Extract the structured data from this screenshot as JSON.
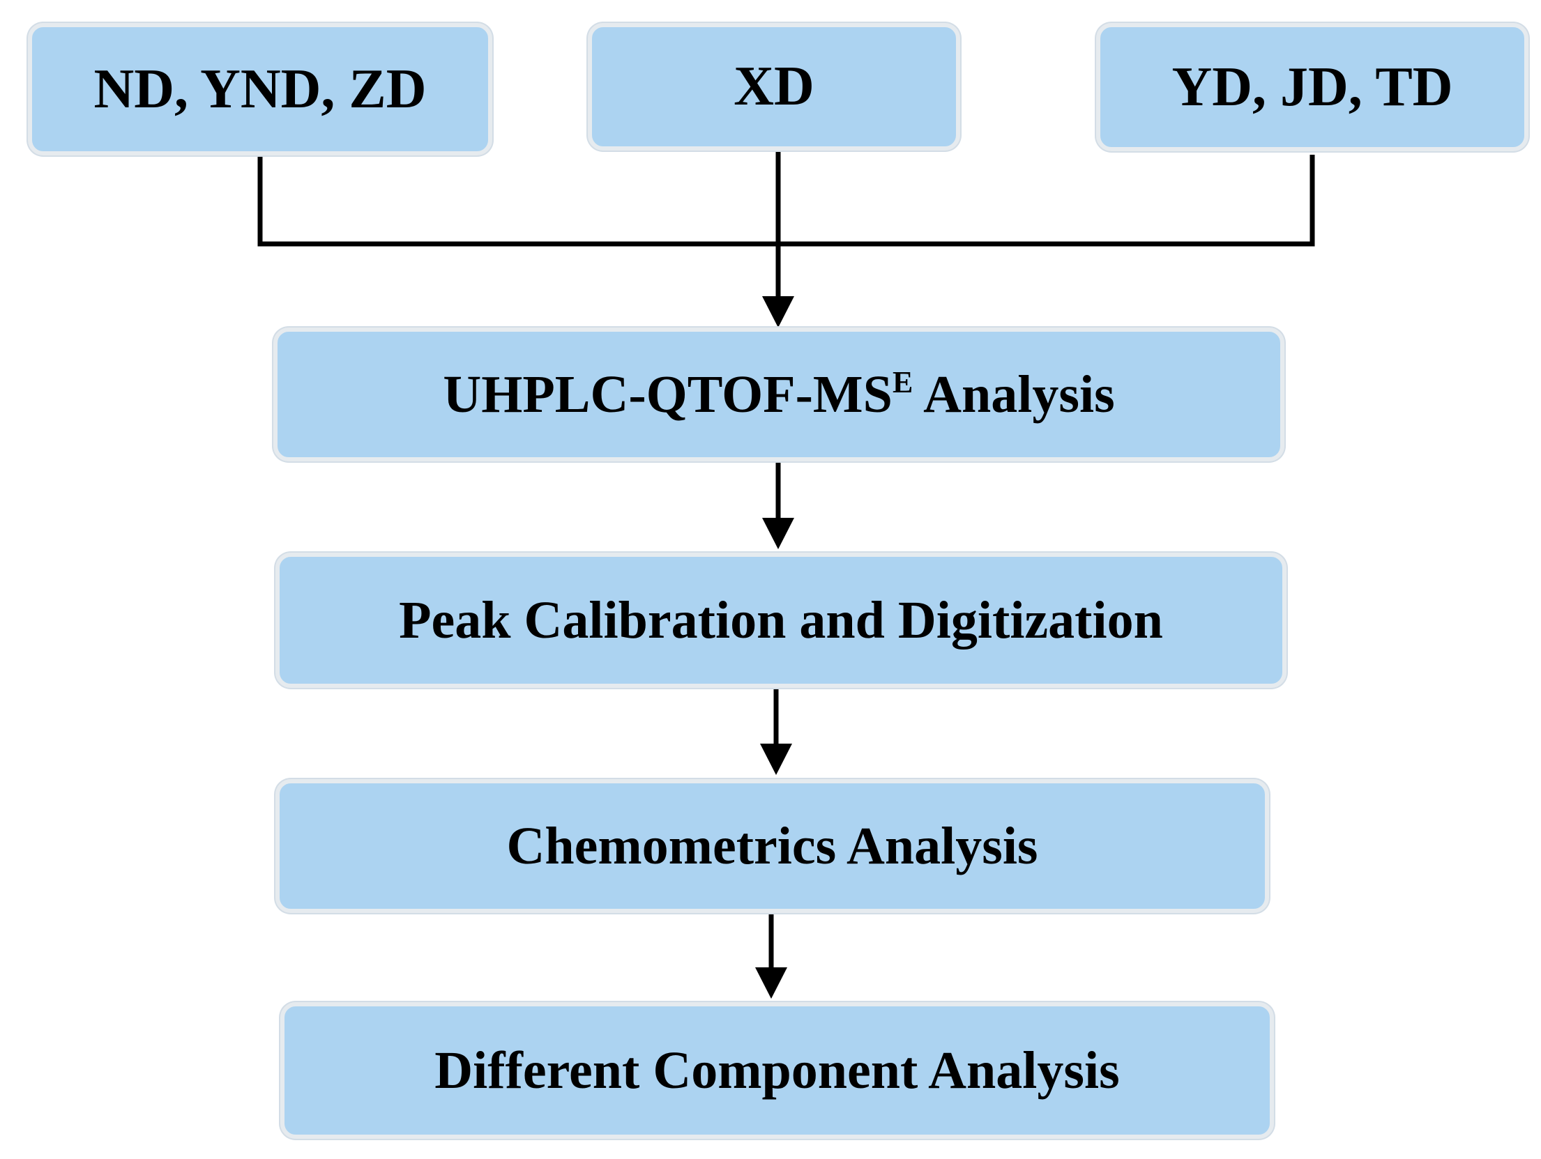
{
  "colors": {
    "box_fill": "#acd3f1",
    "box_border": "#e6ebef",
    "line": "#000000",
    "text": "#000000"
  },
  "sources": [
    {
      "label": "ND, YND, ZD"
    },
    {
      "label": "XD"
    },
    {
      "label": "YD, JD, TD"
    }
  ],
  "steps": {
    "uhplc": {
      "main": "UHPLC-QTOF-MS",
      "sup": "E",
      "tail": " Analysis"
    },
    "peak": {
      "label": "Peak Calibration and Digitization"
    },
    "chemometrics": {
      "label": "Chemometrics Analysis"
    },
    "component": {
      "label": "Different Component Analysis"
    }
  }
}
